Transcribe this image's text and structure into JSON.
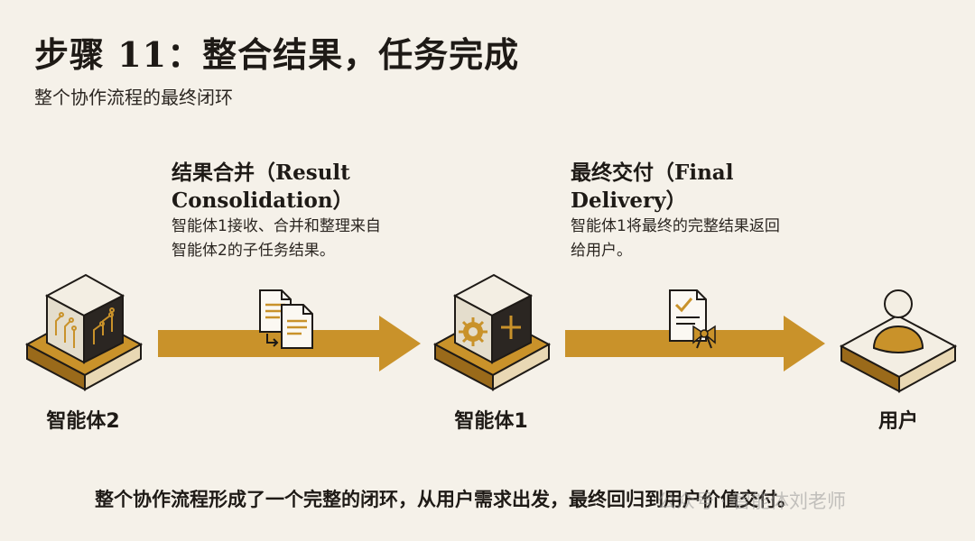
{
  "header": {
    "title": "步骤 11：整合结果，任务完成",
    "subtitle": "整个协作流程的最终闭环"
  },
  "steps": [
    {
      "title_line1": "结果合并（Result",
      "title_line2": "Consolidation）",
      "desc_line1": "智能体1接收、合并和整理来自",
      "desc_line2": "智能体2的子任务结果。"
    },
    {
      "title_line1": "最终交付（Final",
      "title_line2": "Delivery）",
      "desc_line1": "智能体1将最终的完整结果返回",
      "desc_line2": "给用户。"
    }
  ],
  "nodes": [
    {
      "label": "智能体2",
      "icon": "circuit-cube-icon"
    },
    {
      "label": "智能体1",
      "icon": "gear-plus-cube-icon"
    },
    {
      "label": "用户",
      "icon": "user-icon"
    }
  ],
  "arrow_icons": [
    "documents-merge-icon",
    "certificate-ribbon-icon"
  ],
  "footer": "整个协作流程形成了一个完整的闭环，从用户需求出发，最终回归到用户价值交付。",
  "watermark": "公众号 · 智能体刘老师",
  "colors": {
    "accent": "#c9922a",
    "dark": "#1e1a16",
    "background": "#f5f1e9"
  }
}
